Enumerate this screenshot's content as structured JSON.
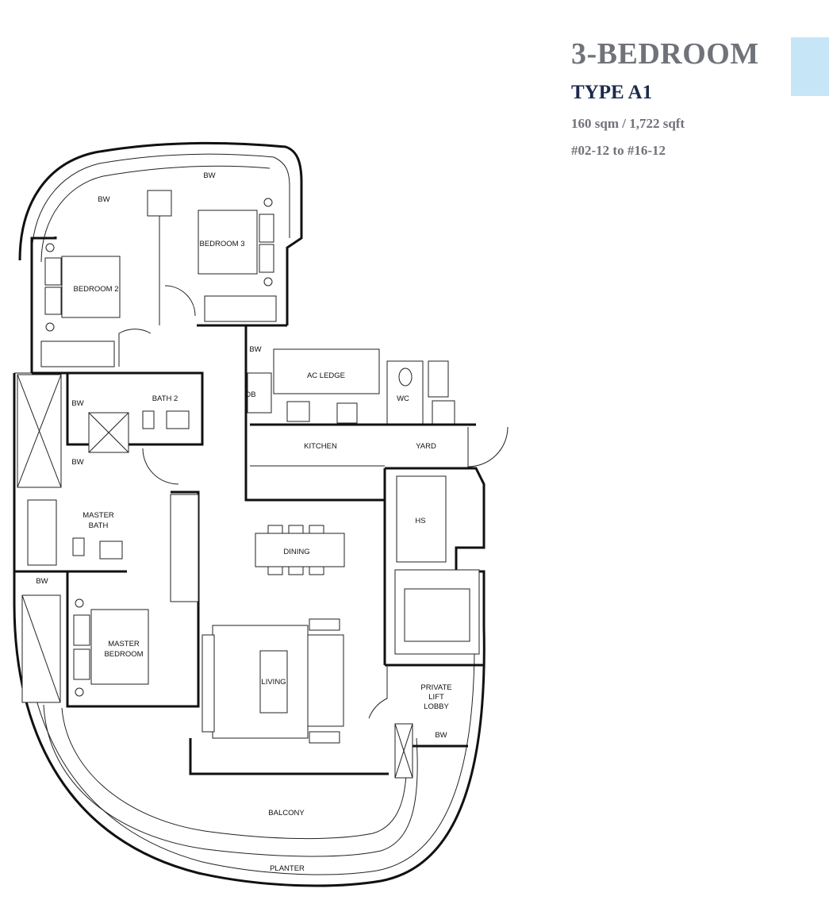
{
  "header": {
    "title": "3-BEDROOM",
    "type": "TYPE A1",
    "area": "160 sqm / 1,722 sqft",
    "units": "#02-12 to #16-12"
  },
  "colors": {
    "accent": "#c6e6f8",
    "title": "#707279",
    "type": "#1a2a4a"
  },
  "rooms": {
    "bw_top_left": "BW",
    "bw_top_right": "BW",
    "bedroom_3": "BEDROOM 3",
    "bedroom_2": "BEDROOM 2",
    "bw_mid": "BW",
    "ac_ledge": "AC LEDGE",
    "db": "DB",
    "wc": "WC",
    "bath_2": "BATH 2",
    "bw_bath_upper": "BW",
    "bw_bath_lower": "BW",
    "kitchen": "KITCHEN",
    "yard": "YARD",
    "hs": "HS",
    "master_bath_line1": "MASTER",
    "master_bath_line2": "BATH",
    "dining": "DINING",
    "bw_left": "BW",
    "master_bedroom_line1": "MASTER",
    "master_bedroom_line2": "BEDROOM",
    "living": "LIVING",
    "lift_line1": "PRIVATE",
    "lift_line2": "LIFT",
    "lift_line3": "LOBBY",
    "bw_lift": "BW",
    "balcony": "BALCONY",
    "planter": "PLANTER"
  }
}
